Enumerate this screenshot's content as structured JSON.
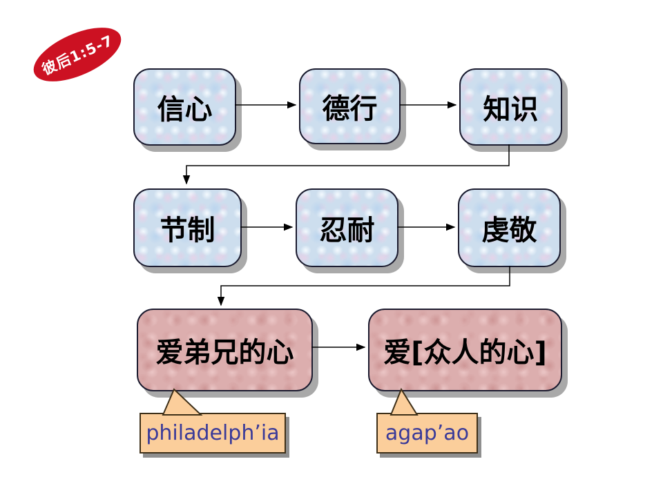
{
  "slide": {
    "background_color": "#ffffff",
    "reference_badge": {
      "label": "彼后1:5-7",
      "bg_color": "#cc1122",
      "text_color": "#ffffff"
    },
    "nodes": {
      "faith": {
        "label": "信心",
        "fill": "blue"
      },
      "virtue": {
        "label": "德行",
        "fill": "blue"
      },
      "knowledge": {
        "label": "知识",
        "fill": "blue"
      },
      "self_control": {
        "label": "节制",
        "fill": "blue"
      },
      "perseverance": {
        "label": "忍耐",
        "fill": "blue"
      },
      "godliness": {
        "label": "虔敬",
        "fill": "blue"
      },
      "brotherly_love": {
        "label": "爱弟兄的心",
        "fill": "pink"
      },
      "love_for_all": {
        "label": "爱[众人的心]",
        "fill": "pink"
      }
    },
    "flow_order": [
      "信心",
      "德行",
      "知识",
      "节制",
      "忍耐",
      "虔敬",
      "爱弟兄的心",
      "爱[众人的心]"
    ],
    "node_colors": {
      "blue_fill": "#cddeee",
      "pink_fill": "#dcaeae",
      "border": "#1b1b2f",
      "shadow": "#a9a9a9",
      "text": "#000000"
    },
    "callouts": {
      "philadelphia": {
        "label": "philadelph’ia"
      },
      "agapao": {
        "label": "agap’ao"
      },
      "bg_color": "#fbce9b",
      "text_color": "#3a3a99",
      "border_color": "#3d2f18"
    }
  }
}
